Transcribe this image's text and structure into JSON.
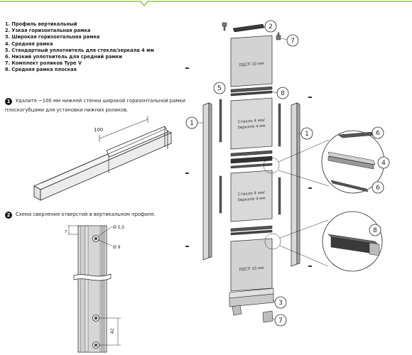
{
  "colors": {
    "accent": "#8cc63f",
    "line": "#222222",
    "panel": "#d9d9d9"
  },
  "legend": [
    {
      "label": "1. Профиль вертикальный"
    },
    {
      "label": "2. Узкая горизонтальная рамка"
    },
    {
      "label": "3. Широкая горизонтальная рамка"
    },
    {
      "label": "4. Средняя рамка"
    },
    {
      "label": "5. Стандартный уплотнитель для стекла/зеркала 4 мм"
    },
    {
      "label": "6. Низкий уплотнитель для средний рамки"
    },
    {
      "label": "7. Комплект роликов Type V"
    },
    {
      "label": "8. Средняя рамка плоская"
    }
  ],
  "step1": {
    "number": "1",
    "text": "Удалите ~100 мм нижней стенки широкой горизонтальной рамки плоскогубцами для установки нижних роликов."
  },
  "step2": {
    "number": "2",
    "text": "Схема сверления отверстий в вертикальном профиле."
  },
  "dims": {
    "cut": "100",
    "small_dim": "7",
    "hole_small": "Ø 5,5",
    "hole_big": "Ø 9",
    "bottom_dim": "42"
  },
  "panels": {
    "ldsp": "ЛДСП 10 мм",
    "glass_line1": "Стекло 4 мм/",
    "glass_line2": "Зеркало 4 мм"
  },
  "callouts": {
    "c1": "1",
    "c2": "2",
    "c3": "3",
    "c4": "4",
    "c5": "5",
    "c6": "6",
    "c7": "7",
    "c8": "8"
  }
}
